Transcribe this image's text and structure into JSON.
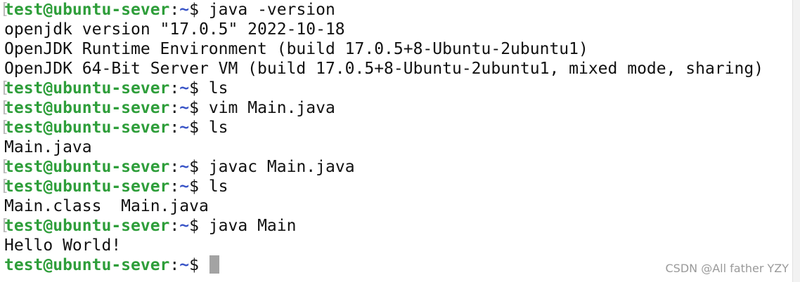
{
  "prompt": {
    "user_host": "test@ubuntu-sever",
    "separator": ":",
    "path": "~",
    "dollar": "$ "
  },
  "lines": [
    {
      "kind": "cmd",
      "text": "java -version",
      "bracket": true
    },
    {
      "kind": "out",
      "text": "openjdk version \"17.0.5\" 2022-10-18"
    },
    {
      "kind": "out",
      "text": "OpenJDK Runtime Environment (build 17.0.5+8-Ubuntu-2ubuntu1)"
    },
    {
      "kind": "out",
      "text": "OpenJDK 64-Bit Server VM (build 17.0.5+8-Ubuntu-2ubuntu1, mixed mode, sharing)"
    },
    {
      "kind": "cmd",
      "text": "ls",
      "bracket": true
    },
    {
      "kind": "cmd",
      "text": "vim Main.java",
      "bracket": true
    },
    {
      "kind": "cmd",
      "text": "ls",
      "bracket": true
    },
    {
      "kind": "out",
      "text": "Main.java"
    },
    {
      "kind": "cmd",
      "text": "javac Main.java",
      "bracket": true
    },
    {
      "kind": "cmd",
      "text": "ls",
      "bracket": true
    },
    {
      "kind": "out",
      "text": "Main.class  Main.java"
    },
    {
      "kind": "cmd",
      "text": "java Main",
      "bracket": true
    },
    {
      "kind": "out",
      "text": "Hello World!"
    },
    {
      "kind": "cmd",
      "text": "",
      "bracket": false,
      "cursor": true
    }
  ],
  "watermark": "CSDN @All father YZY",
  "colors": {
    "user": "#2e9e3a",
    "path": "#3a55c7",
    "cursor": "#a3a3a3"
  }
}
